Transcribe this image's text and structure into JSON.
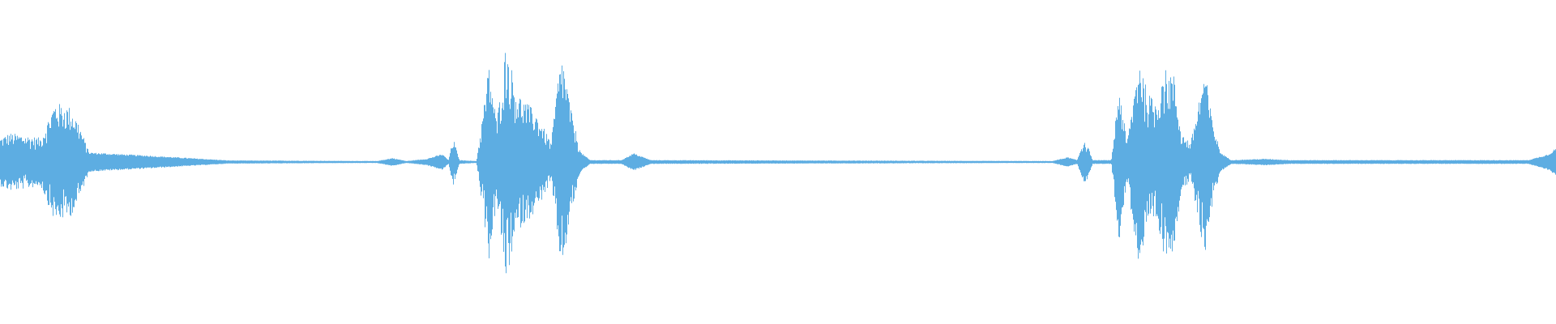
{
  "chart_data": {
    "type": "area",
    "title": "",
    "xlabel": "",
    "ylabel": "",
    "grid": false,
    "legend": "none",
    "color": "#5dade2",
    "background": "#ffffff",
    "ylim": [
      -1,
      1
    ],
    "envelope": {
      "time_percent": [
        0,
        0.6,
        2.6,
        3.5,
        4.5,
        5.0,
        5.7,
        9.6,
        12.1,
        14.7,
        24.2,
        25.2,
        26.1,
        27.4,
        28.4,
        28.8,
        29.1,
        29.5,
        30.6,
        31.1,
        31.4,
        31.9,
        32.5,
        33.2,
        34.4,
        35.4,
        35.8,
        36.1,
        36.7,
        37.3,
        37.9,
        39.9,
        40.7,
        41.8,
        67.6,
        68.6,
        69.2,
        69.7,
        70.2,
        71.4,
        71.9,
        72.4,
        73.2,
        73.7,
        74.3,
        74.7,
        75.4,
        75.9,
        76.5,
        77.4,
        77.8,
        78.4,
        79.1,
        81.3,
        82.9,
        98.2,
        99.5,
        100
      ],
      "amplitude": [
        0.15,
        0.18,
        0.15,
        0.37,
        0.34,
        0.25,
        0.06,
        0.04,
        0.025,
        0.01,
        0.006,
        0.025,
        0.006,
        0.02,
        0.05,
        0.012,
        0.15,
        0.012,
        0.006,
        0.37,
        0.61,
        0.25,
        0.74,
        0.43,
        0.31,
        0.12,
        0.49,
        0.67,
        0.31,
        0.06,
        0.012,
        0.012,
        0.055,
        0.012,
        0.006,
        0.03,
        0.012,
        0.15,
        0.012,
        0.012,
        0.49,
        0.12,
        0.67,
        0.43,
        0.37,
        0.58,
        0.55,
        0.18,
        0.12,
        0.58,
        0.31,
        0.06,
        0.012,
        0.02,
        0.012,
        0.012,
        0.05,
        0.09
      ]
    }
  }
}
